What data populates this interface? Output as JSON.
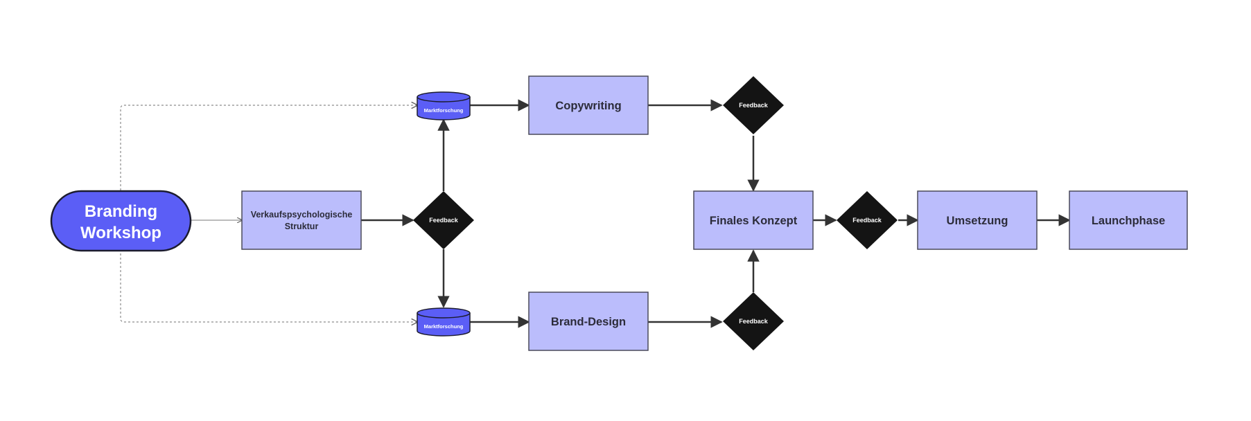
{
  "colors": {
    "start_fill": "#5b5ef6",
    "process_fill": "#bbbdfc",
    "decision_fill": "#141414",
    "database_fill": "#5b5ef6",
    "stroke": "#2a2a3a",
    "arrow": "#333333",
    "dashed": "#8a8a8a",
    "text_dark": "#2c2c3a",
    "text_light": "#ffffff"
  },
  "nodes": {
    "start": {
      "line1": "Branding",
      "line2": "Workshop"
    },
    "struktur": {
      "line1": "Verkaufspsychologische",
      "line2": "Struktur"
    },
    "feedback_center": {
      "label": "Feedback"
    },
    "marktforschung_top": {
      "label": "Marktforschung"
    },
    "marktforschung_bottom": {
      "label": "Marktforschung"
    },
    "copywriting": {
      "label": "Copywriting"
    },
    "brand_design": {
      "label": "Brand-Design"
    },
    "feedback_top": {
      "label": "Feedback"
    },
    "feedback_bottom": {
      "label": "Feedback"
    },
    "finales_konzept": {
      "label": "Finales Konzept"
    },
    "feedback_right": {
      "label": "Feedback"
    },
    "umsetzung": {
      "label": "Umsetzung"
    },
    "launchphase": {
      "label": "Launchphase"
    }
  }
}
